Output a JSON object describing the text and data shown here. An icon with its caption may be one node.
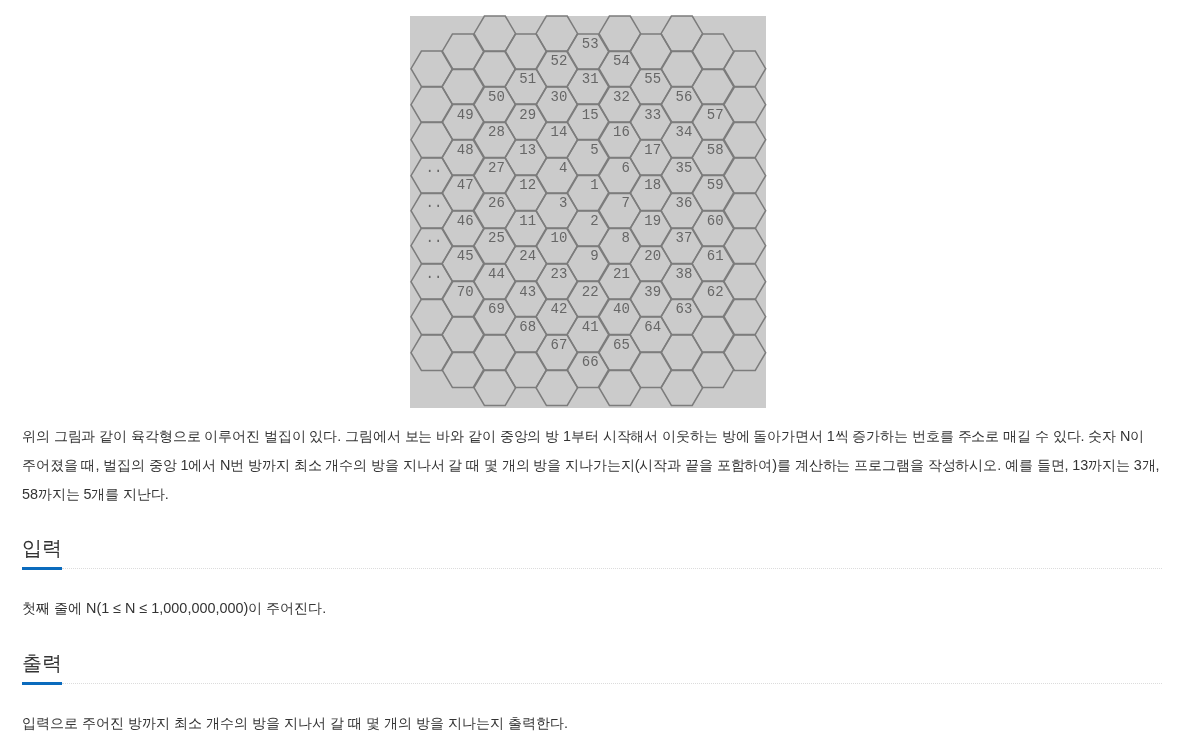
{
  "diagram": {
    "nodes": [
      {
        "text": [],
        "shape": "hexagon"
      },
      {
        "text": [],
        "shape": "hexagon"
      },
      {
        "text": [],
        "shape": "hexagon"
      },
      {
        "text": [],
        "shape": "hexagon"
      },
      {
        "text": [],
        "shape": "hexagon"
      },
      {
        "text": [],
        "shape": "hexagon"
      },
      {
        "text": [
          "53"
        ]
      },
      {
        "text": [],
        "shape": "hexagon"
      },
      {
        "text": [],
        "shape": "hexagon"
      },
      {
        "text": [],
        "shape": "hexagon"
      },
      {
        "text": [],
        "shape": "hexagon"
      },
      {
        "text": [
          "52"
        ]
      },
      {
        "text": [
          "54"
        ]
      },
      {
        "text": [],
        "shape": "hexagon"
      },
      {
        "text": [],
        "shape": "hexagon"
      },
      {
        "text": [],
        "shape": "hexagon"
      },
      {
        "text": [
          "51"
        ]
      },
      {
        "text": [
          "31"
        ]
      },
      {
        "text": [
          "55"
        ]
      },
      {
        "text": [],
        "shape": "hexagon"
      },
      {
        "text": [],
        "shape": "hexagon"
      },
      {
        "text": [
          "50"
        ]
      },
      {
        "text": [
          "30"
        ]
      },
      {
        "text": [
          "32"
        ]
      },
      {
        "text": [
          "56"
        ]
      },
      {
        "text": [],
        "shape": "hexagon"
      },
      {
        "text": [
          "49"
        ]
      },
      {
        "text": [
          "29"
        ]
      },
      {
        "text": [
          "15"
        ]
      },
      {
        "text": [
          "33"
        ]
      },
      {
        "text": [
          "57"
        ]
      },
      {
        "text": [],
        "shape": "hexagon"
      },
      {
        "text": [
          "28"
        ]
      },
      {
        "text": [
          "14"
        ]
      },
      {
        "text": [
          "16"
        ]
      },
      {
        "text": [
          "34"
        ]
      },
      {
        "text": [],
        "shape": "hexagon"
      },
      {
        "text": [
          "48"
        ]
      },
      {
        "text": [
          "13"
        ]
      },
      {
        "text": [
          "5"
        ]
      },
      {
        "text": [
          "17"
        ]
      },
      {
        "text": [
          "58"
        ]
      },
      {
        "text": [
          ".."
        ]
      },
      {
        "text": [
          "27"
        ]
      },
      {
        "text": [
          "4"
        ]
      },
      {
        "text": [
          "6"
        ]
      },
      {
        "text": [
          "35"
        ]
      },
      {
        "text": [],
        "shape": "hexagon"
      },
      {
        "text": [
          "47"
        ]
      },
      {
        "text": [
          "12"
        ]
      },
      {
        "text": [
          "1"
        ]
      },
      {
        "text": [
          "18"
        ]
      },
      {
        "text": [
          "59"
        ]
      },
      {
        "text": [
          ".."
        ]
      },
      {
        "text": [
          "26"
        ]
      },
      {
        "text": [
          "3"
        ]
      },
      {
        "text": [
          "7"
        ]
      },
      {
        "text": [
          "36"
        ]
      },
      {
        "text": [],
        "shape": "hexagon"
      },
      {
        "text": [
          "46"
        ]
      },
      {
        "text": [
          "11"
        ]
      },
      {
        "text": [
          "2"
        ]
      },
      {
        "text": [
          "19"
        ]
      },
      {
        "text": [
          "60"
        ]
      },
      {
        "text": [
          ".."
        ]
      },
      {
        "text": [
          "25"
        ]
      },
      {
        "text": [
          "10"
        ]
      },
      {
        "text": [
          "8"
        ]
      },
      {
        "text": [
          "37"
        ]
      },
      {
        "text": [],
        "shape": "hexagon"
      },
      {
        "text": [
          "45"
        ]
      },
      {
        "text": [
          "24"
        ]
      },
      {
        "text": [
          "9"
        ]
      },
      {
        "text": [
          "20"
        ]
      },
      {
        "text": [
          "61"
        ]
      },
      {
        "text": [
          ".."
        ]
      },
      {
        "text": [
          "44"
        ]
      },
      {
        "text": [
          "23"
        ]
      },
      {
        "text": [
          "21"
        ]
      },
      {
        "text": [
          "38"
        ]
      },
      {
        "text": [],
        "shape": "hexagon"
      },
      {
        "text": [
          "70"
        ]
      },
      {
        "text": [
          "43"
        ]
      },
      {
        "text": [
          "22"
        ]
      },
      {
        "text": [
          "39"
        ]
      },
      {
        "text": [
          "62"
        ]
      },
      {
        "text": [],
        "shape": "hexagon"
      },
      {
        "text": [
          "69"
        ]
      },
      {
        "text": [
          "42"
        ]
      },
      {
        "text": [
          "40"
        ]
      },
      {
        "text": [
          "63"
        ]
      },
      {
        "text": [],
        "shape": "hexagon"
      },
      {
        "text": [],
        "shape": "hexagon"
      },
      {
        "text": [
          "68"
        ]
      },
      {
        "text": [
          "41"
        ]
      },
      {
        "text": [
          "64"
        ]
      },
      {
        "text": [],
        "shape": "hexagon"
      },
      {
        "text": [],
        "shape": "hexagon"
      },
      {
        "text": [],
        "shape": "hexagon"
      },
      {
        "text": [
          "67"
        ]
      },
      {
        "text": [
          "65"
        ]
      },
      {
        "text": [],
        "shape": "hexagon"
      },
      {
        "text": [],
        "shape": "hexagon"
      },
      {
        "text": [],
        "shape": "hexagon"
      },
      {
        "text": [],
        "shape": "hexagon"
      },
      {
        "text": [
          "66"
        ]
      },
      {
        "text": [],
        "shape": "hexagon"
      },
      {
        "text": [],
        "shape": "hexagon"
      },
      {
        "text": [],
        "shape": "hexagon"
      },
      {
        "text": [],
        "shape": "hexagon"
      },
      {
        "text": [],
        "shape": "hexagon"
      },
      {
        "text": [],
        "shape": "hexagon"
      }
    ],
    "labels": [
      "위의 그림과 같이 육각형으로 이루어진 벌집이 있다. 그림에서 보는 바와 같이 중앙의 방 1부터 시작해서 이웃하는 방에 돌아가면서 1씩 증가하는 번호를 주소로 매길 수 있다. 숫자 N이 주어졌을 때, 벌집의 중앙 1에서 N번 방까지 최소 개수의 방을 지나서 갈 때 몇 개의 방을 지나가는지(시작과 끝을 포함하여)를 계산하는 프로그램을 작성하시오. 예를 들면, 13까지는 3개, 58까지는 5개를 지난다.",
      "입력",
      "첫째 줄에 N(1 ≤ N ≤ 1,000,000,000)이 주어진다.",
      "출력",
      "입력으로 주어진 방까지 최소 개수의 방을 지나서 갈 때 몇 개의 방을 지나는지 출력한다."
    ]
  }
}
